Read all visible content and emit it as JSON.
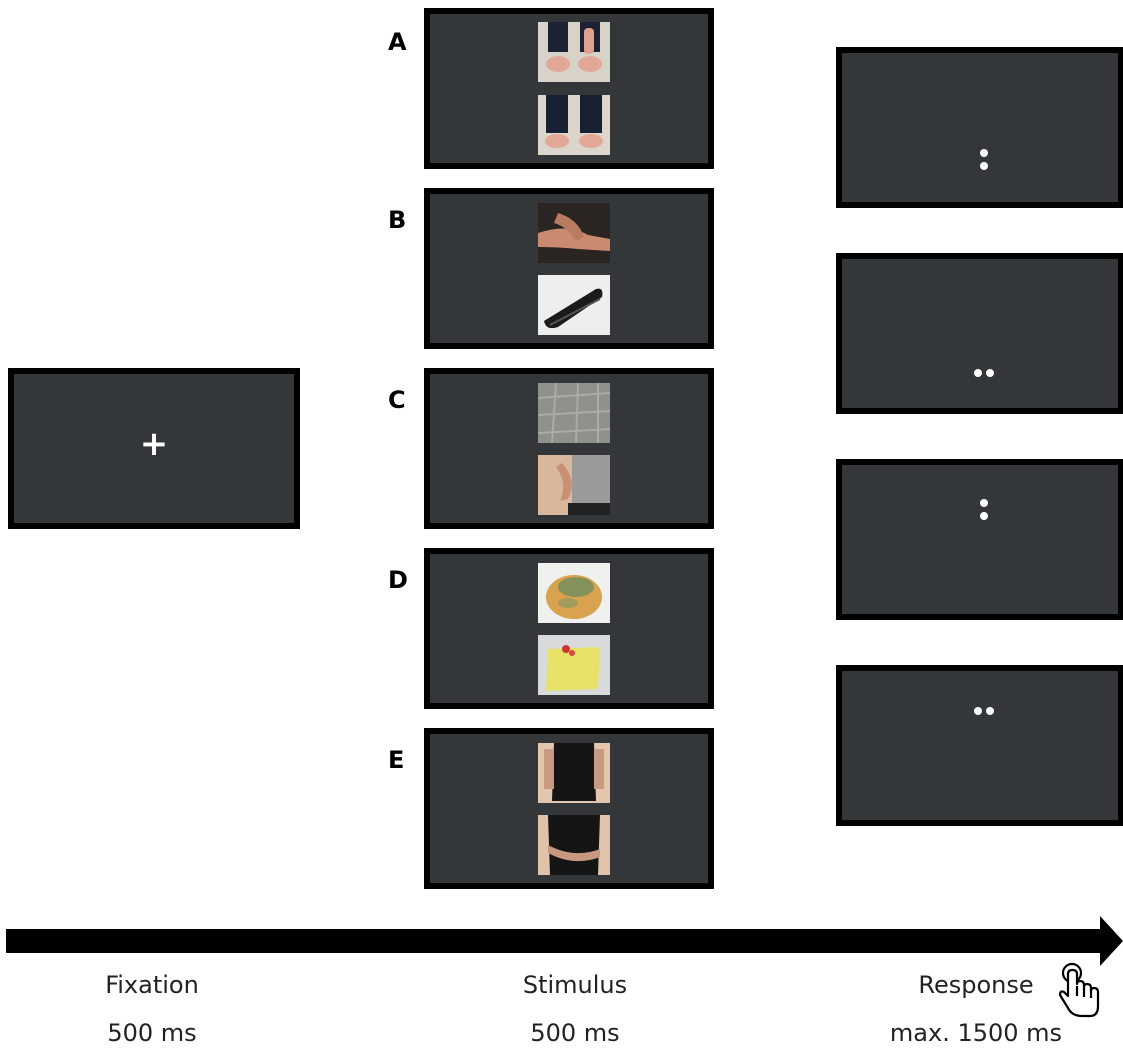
{
  "stimulus_labels": [
    "A",
    "B",
    "C",
    "D",
    "E"
  ],
  "fixation": {
    "symbol": "+",
    "label": "Fixation",
    "duration": "500 ms"
  },
  "stimulus": {
    "label": "Stimulus",
    "duration": "500 ms"
  },
  "response": {
    "label": "Response",
    "duration": "max. 1500 ms"
  },
  "colors": {
    "screen": "#34373a",
    "border": "#000000",
    "arrow": "#000000"
  },
  "icons": [
    "hand-press-icon"
  ]
}
